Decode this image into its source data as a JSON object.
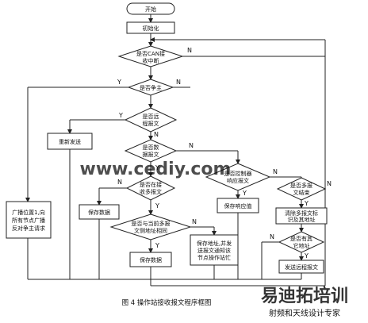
{
  "caption": "图 4  操作站接收报文程序框图",
  "labels": {
    "yes": "Y",
    "no": "N"
  },
  "nodes": {
    "start": "开始",
    "init": "初始化",
    "can_interrupt_1": "是否CAN接",
    "can_interrupt_2": "收中断",
    "contend_master": "是否争主",
    "remote_frame_1": "是否远",
    "remote_frame_2": "程报文",
    "resend": "重新发送",
    "data_frame_1": "是否数",
    "data_frame_2": "据报文",
    "controller_resp_1": "是否控制器",
    "controller_resp_2": "响应报文",
    "multi_end_1": "是否多报",
    "multi_end_2": "文结束",
    "multi_recv_1": "是否在接",
    "multi_recv_2": "收多报文",
    "save_data_1": "保存数据",
    "save_response": "保存响应值",
    "clear_multi_1": "清除多报文标",
    "clear_multi_2": "识及其地址",
    "broadcast_1": "广播位置1,向",
    "broadcast_2": "所有节点广播",
    "broadcast_3": "反对争主请求",
    "same_addr_1": "是否与当前多报",
    "same_addr_2": "文侧地址相同",
    "save_addr_1": "保存地址,并发",
    "save_addr_2": "送报文通知该",
    "save_addr_3": "节点操作站忙",
    "other_addr_1": "是否有其",
    "other_addr_2": "它地址",
    "save_data_2": "保存数据",
    "send_remote": "发送远程报文"
  },
  "watermarks": {
    "site": "www.cediy.com",
    "brand": "易迪拓培训",
    "tagline": "射频和天线设计专家"
  },
  "colors": {
    "watermark_red": "#e03030",
    "watermark_text": "#a04040"
  }
}
